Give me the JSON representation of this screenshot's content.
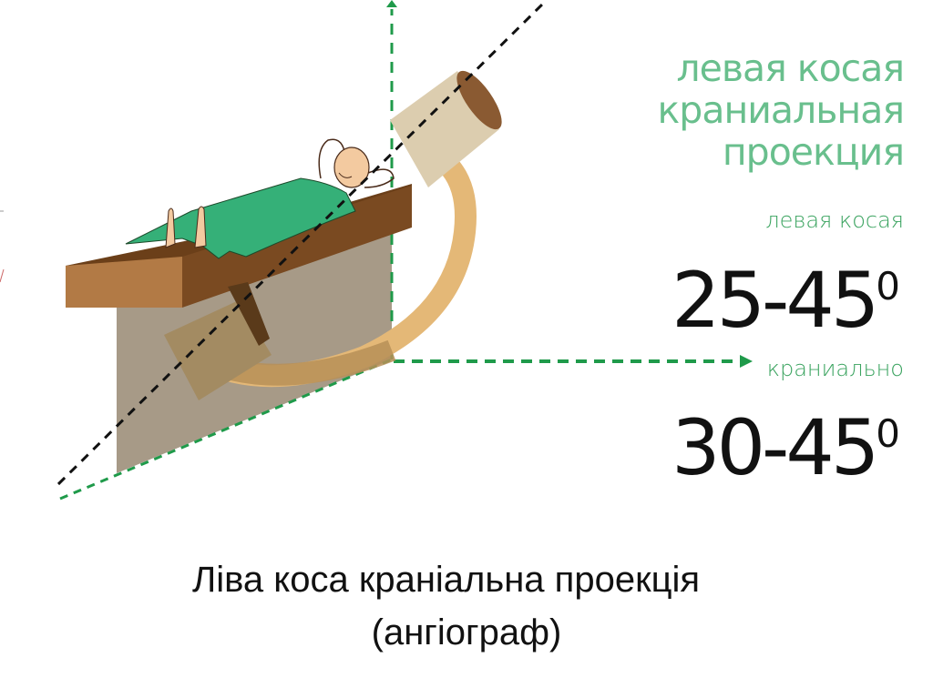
{
  "diagram": {
    "title_lines": [
      "левая косая",
      "краниальная",
      "проекция"
    ],
    "axis_labels": {
      "left_oblique": "левая косая",
      "cranial": "краниально"
    },
    "angles": {
      "left_oblique": {
        "range": "25-45",
        "unit": "0"
      },
      "cranial": {
        "range": "30-45",
        "unit": "0"
      }
    },
    "elements": {
      "patient": "patient-lying-on-table",
      "table": "examination-table",
      "c_arm": "c-arm-angiograph",
      "xray_tube": "x-ray-tube",
      "detector": "image-detector",
      "beam_axis": "dashed-beam-axis",
      "axes": [
        "vertical-axis-arrow",
        "horizontal-axis-arrow",
        "diagonal-floor-axis"
      ]
    },
    "colors": {
      "green_text": "#3aa35f",
      "axis_green": "#1f9a4a",
      "blanket": "#35b078",
      "table_top": "#6b3f19",
      "table_front": "#a8703d",
      "pedestal": "#a79a87",
      "c_arm": "#e4b877",
      "detector": "#dccdaf",
      "tube": "#a38b62",
      "skin": "#f3caa0"
    }
  },
  "caption": {
    "line1": "Ліва коса краніальна проекція",
    "line2": "(ангіограф)"
  }
}
